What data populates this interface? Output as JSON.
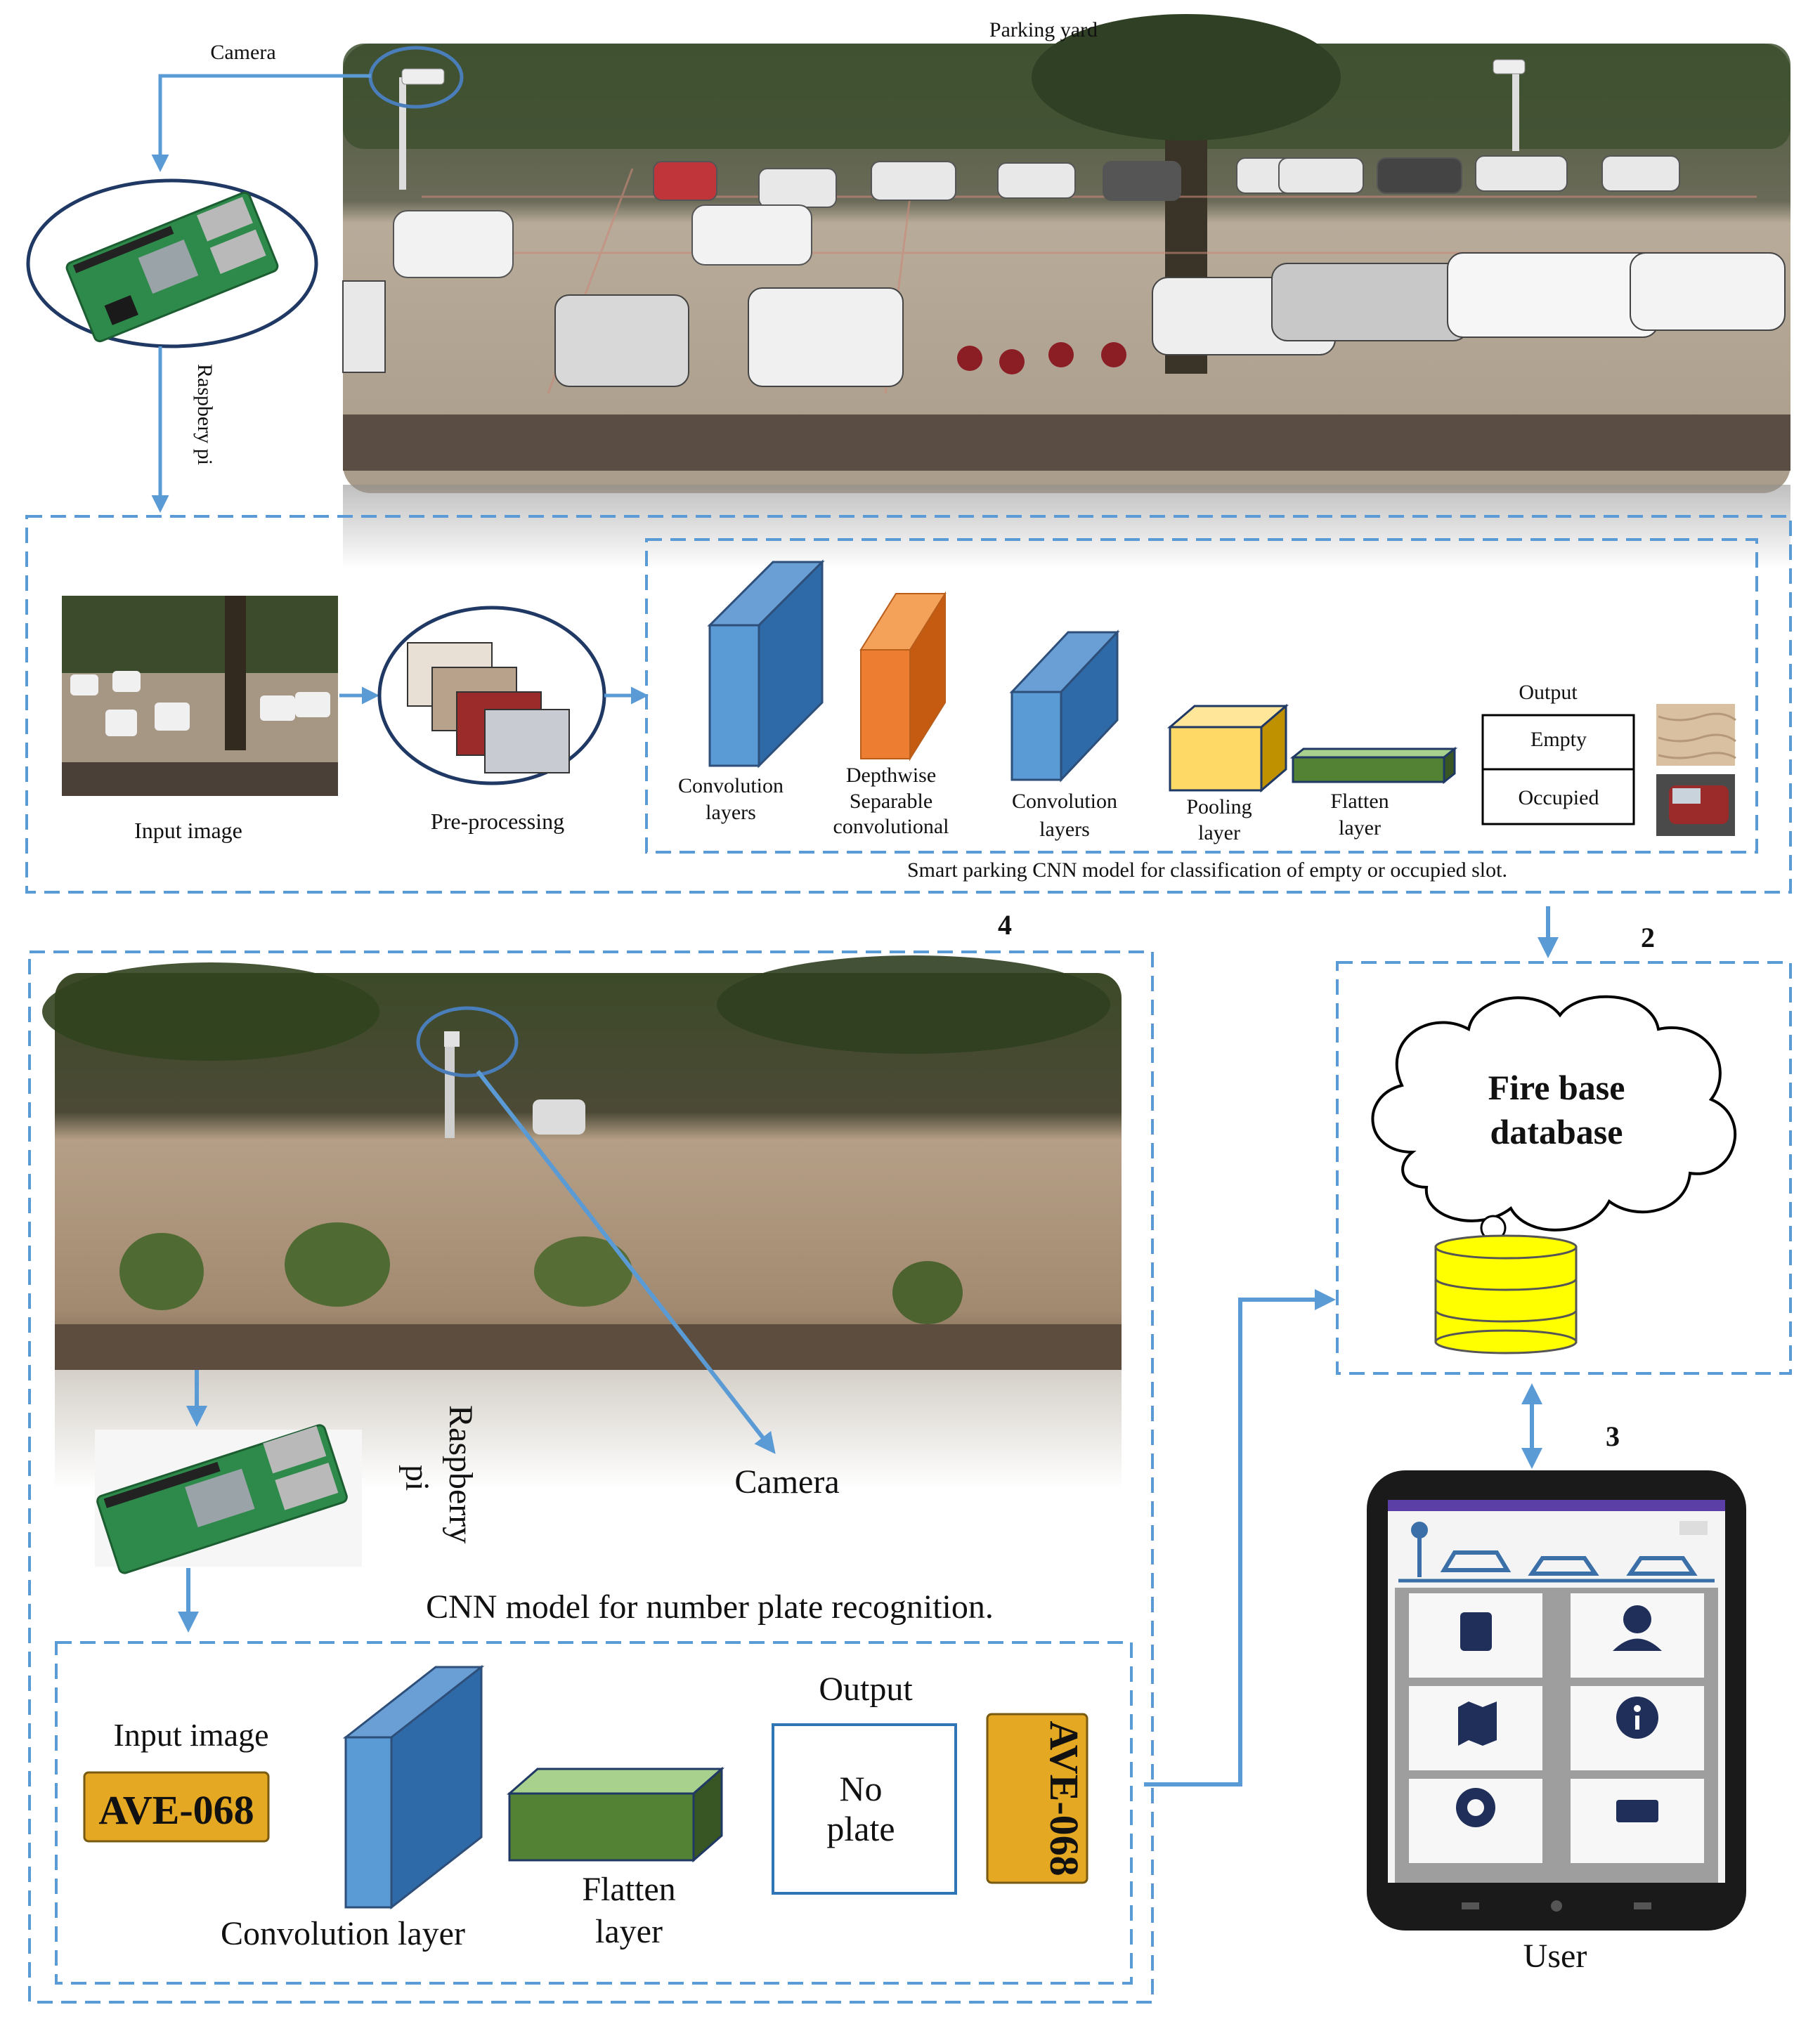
{
  "top": {
    "parking_yard_label": "Parking yard",
    "camera_label": "Camera",
    "raspberry_label": "Raspbery pi"
  },
  "slot_model": {
    "input_label": "Input image",
    "preprocess_label": "Pre-processing",
    "conv1_label_1": "Convolution",
    "conv1_label_2": "layers",
    "depthwise_label_1": "Depthwise",
    "depthwise_label_2": "Separable",
    "depthwise_label_3": "convolutional",
    "conv2_label_1": "Convolution",
    "conv2_label_2": "layers",
    "pooling_label_1": "Pooling",
    "pooling_label_2": "layer",
    "flatten_label_1": "Flatten",
    "flatten_label_2": "layer",
    "output_label": "Output",
    "empty_label": "Empty",
    "occupied_label": "Occupied",
    "caption": "Smart parking CNN model for classification of empty or occupied slot."
  },
  "section_numbers": {
    "n2": "2",
    "n3": "3",
    "n4": "4"
  },
  "database": {
    "line1": "Fire base",
    "line2": "database"
  },
  "user": {
    "label": "User"
  },
  "plate_section": {
    "raspberry_line1": "Raspberry",
    "raspberry_line2": "pi",
    "camera_label": "Camera",
    "caption": "CNN model for number plate recognition.",
    "input_label": "Input image",
    "plate_text": "AVE-068",
    "conv_label": "Convolution layer",
    "flatten_line1": "Flatten",
    "flatten_line2": "layer",
    "output_label": "Output",
    "no_plate_line1": "No",
    "no_plate_line2": "plate"
  },
  "colors": {
    "arrow": "#5b9bd5",
    "dashed_border": "#5b9bd5",
    "conv_blue": "#3f7cbf",
    "depthwise_orange": "#ed7d31",
    "pooling_yellow": "#ffd966",
    "flatten_green": "#548235",
    "db_yellow": "#ffff00",
    "plate_yellow": "#e5a823"
  }
}
